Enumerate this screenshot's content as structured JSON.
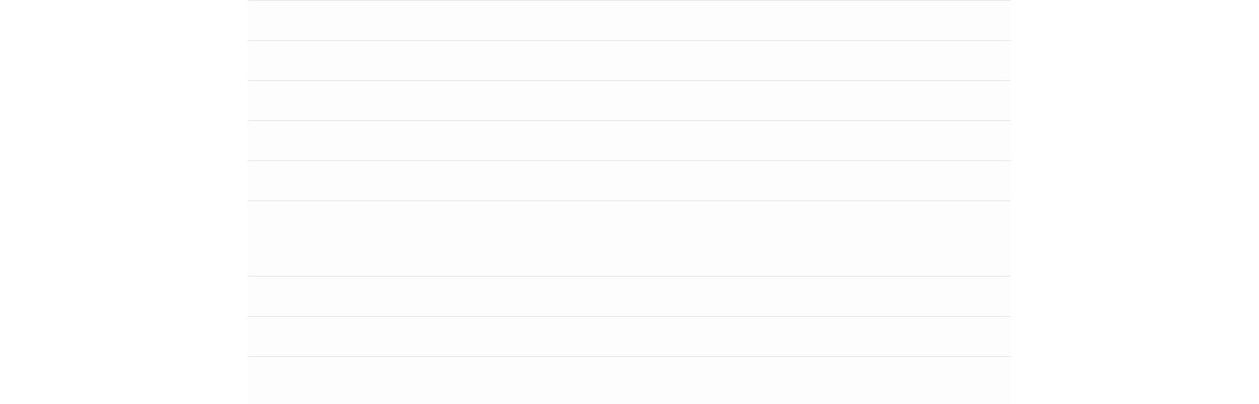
{
  "table": {
    "rows": [
      {
        "id": "row-1"
      },
      {
        "id": "row-2"
      },
      {
        "id": "row-3"
      },
      {
        "id": "row-4"
      },
      {
        "id": "row-5"
      },
      {
        "id": "row-6"
      },
      {
        "id": "row-7"
      },
      {
        "id": "row-8"
      },
      {
        "id": "row-9"
      }
    ]
  }
}
